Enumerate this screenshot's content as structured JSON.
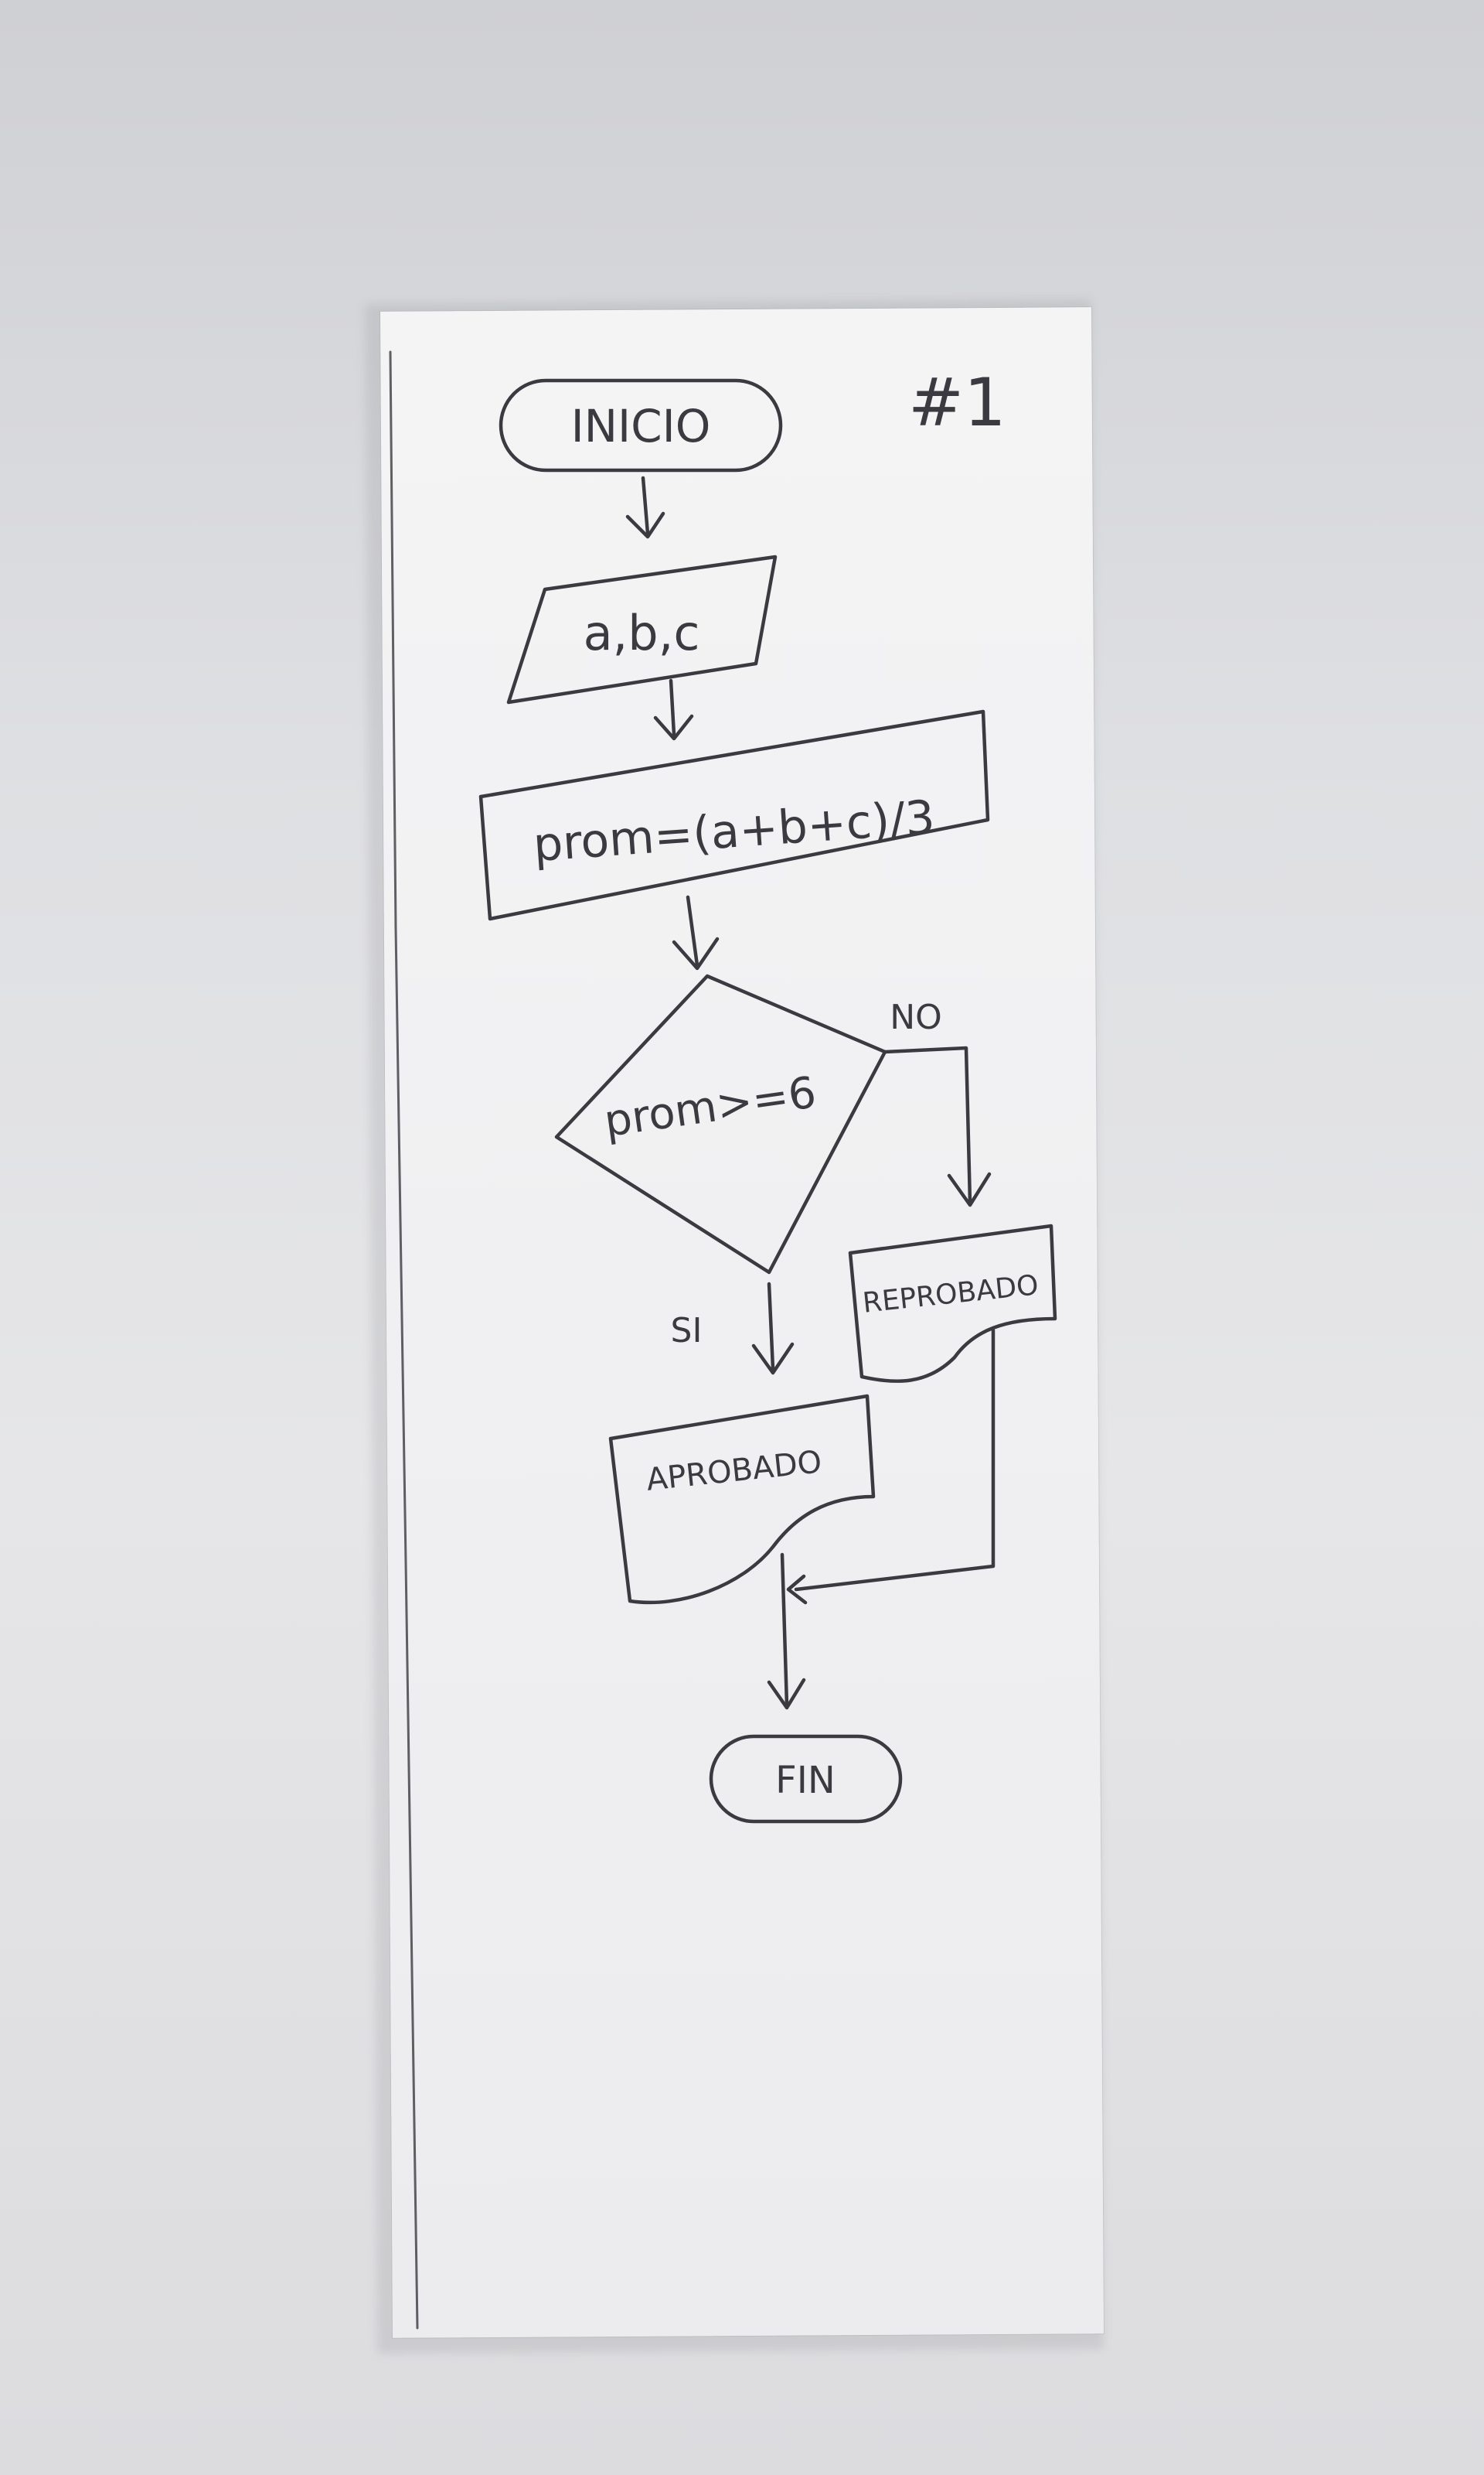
{
  "page_number": "#1",
  "nodes": {
    "start": "INICIO",
    "input": "a,b,c",
    "process": "prom=(a+b+c)/3",
    "decision": "prom>=6",
    "output_yes": "APROBADO",
    "output_no": "REPROBADO",
    "end": "FIN"
  },
  "branches": {
    "yes": "SI",
    "no": "NO"
  }
}
